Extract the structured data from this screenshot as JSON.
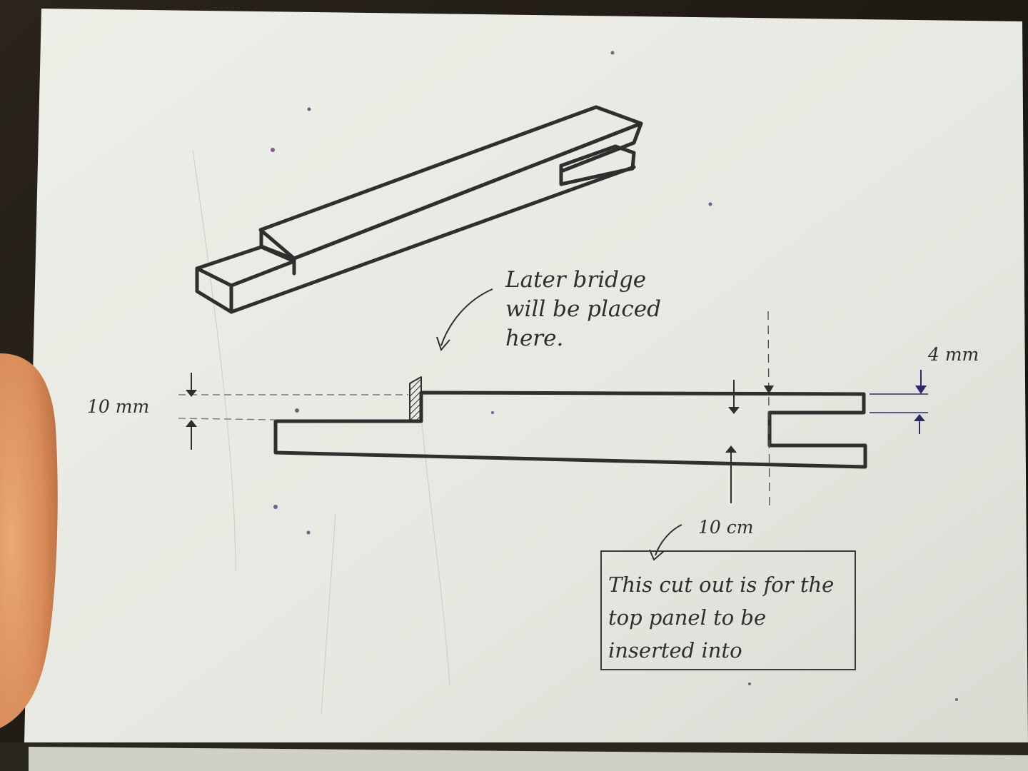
{
  "labels": {
    "bridge_note": "Later bridge will be placed here.",
    "height_10mm": "10 mm",
    "slot_4mm": "4 mm",
    "length_10cm": "10 cm",
    "cutout_note": "This cut out is for the top panel to be inserted into"
  },
  "colors": {
    "paper": "#e9eae3",
    "ink": "#2f2f2f",
    "pencil": "#8f8f8f",
    "skin": "#d98f5f"
  }
}
